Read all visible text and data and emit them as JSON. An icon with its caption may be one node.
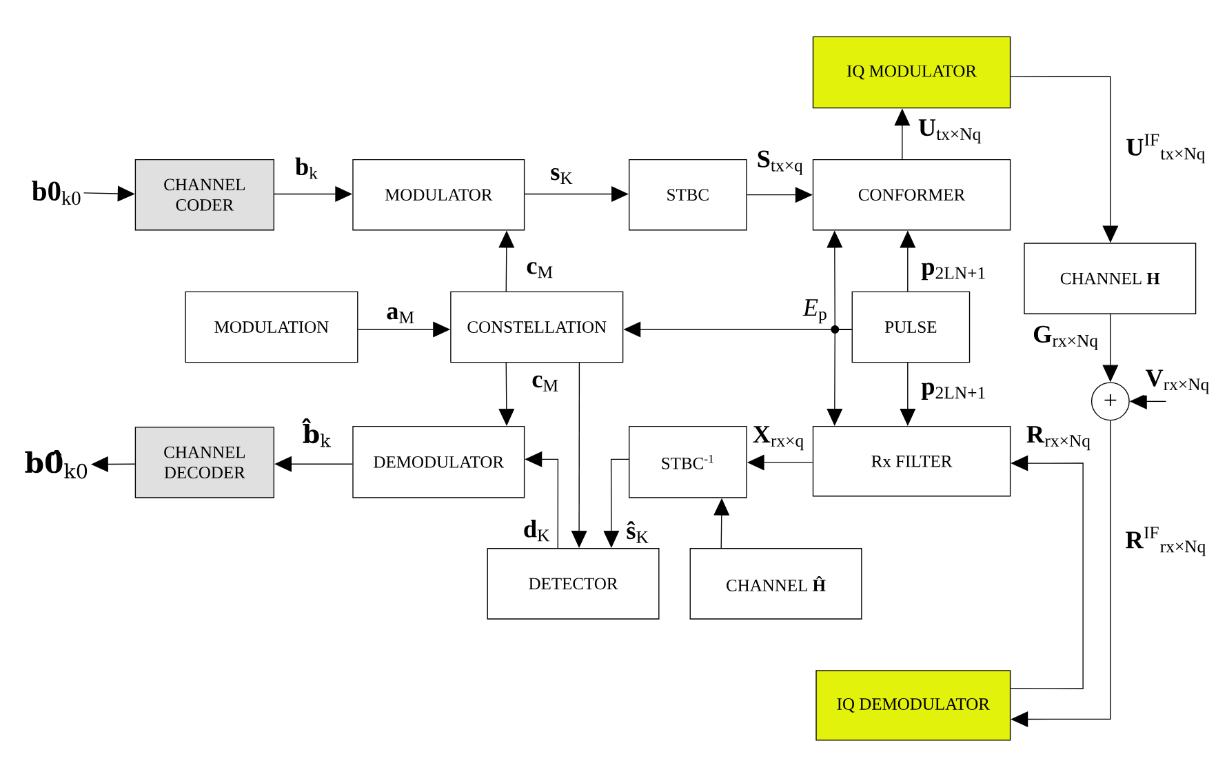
{
  "diagram": {
    "nodes": [
      {
        "text": [
          "**b0**$_{k0}$"
        ]
      },
      {
        "text": [
          "CHANNEL CODER"
        ]
      },
      {
        "text": [
          "MODULATOR"
        ]
      },
      {
        "text": [
          "STBC"
        ]
      },
      {
        "text": [
          "CONFORMER"
        ]
      },
      {
        "text": [
          "IQ MODULATOR"
        ]
      },
      {
        "text": [
          "MODULATION"
        ]
      },
      {
        "text": [
          "CONSTELLATION"
        ]
      },
      {
        "text": [
          "PULSE"
        ]
      },
      {
        "text": [
          "CHANNEL **H**"
        ]
      },
      {
        "text": [
          "+"
        ]
      },
      {
        "text": [
          "**b0̂**$_{k0}$"
        ]
      },
      {
        "text": [
          "CHANNEL DECODER"
        ]
      },
      {
        "text": [
          "DEMODULATOR"
        ]
      },
      {
        "text": [
          "STBC$^{-1}$"
        ]
      },
      {
        "text": [
          "Rx FILTER"
        ]
      },
      {
        "text": [
          "DETECTOR"
        ]
      },
      {
        "text": [
          "CHANNEL **Ĥ**"
        ]
      },
      {
        "text": [
          "IQ DEMODULATOR"
        ]
      }
    ],
    "edges": [
      {
        "from": 0,
        "to": 1,
        "arrow": "to"
      },
      {
        "from": 1,
        "to": 2,
        "arrow": "to",
        "label": "**b**$_{k}$"
      },
      {
        "from": 2,
        "to": 3,
        "arrow": "to",
        "label": "**s**$_{K}$"
      },
      {
        "from": 3,
        "to": 4,
        "arrow": "to",
        "label": "**S**$_{tx×q}$"
      },
      {
        "from": 4,
        "to": 5,
        "arrow": "to",
        "label": "**U**$_{tx×Nq}$"
      },
      {
        "from": 5,
        "to": 9,
        "arrow": "to",
        "label": "**U**$^{IF}$$_{tx×Nq}$"
      },
      {
        "from": 7,
        "to": 2,
        "arrow": "to",
        "label": "**c**$_{M}$"
      },
      {
        "from": 6,
        "to": 7,
        "arrow": "to",
        "label": "**a**$_{M}$"
      },
      {
        "from": 8,
        "to": 7,
        "arrow": "to",
        "label": "*E*$_{p}$"
      },
      {
        "from": 8,
        "to": 4,
        "arrow": "to"
      },
      {
        "from": 8,
        "to": 15,
        "arrow": "to"
      },
      {
        "from": 8,
        "to": 4,
        "arrow": "to",
        "label": "**p**$_{2LN+1}$"
      },
      {
        "from": 8,
        "to": 15,
        "arrow": "to",
        "label": "**p**$_{2LN+1}$"
      },
      {
        "from": 9,
        "to": 10,
        "arrow": "to",
        "label": "**G**$_{rx×Nq}$"
      },
      {
        "from": null,
        "to": 10,
        "arrow": "to",
        "label": "**V**$_{rx×Nq}$"
      },
      {
        "from": 10,
        "to": 18,
        "arrow": "to",
        "label": "**R**$^{IF}$$_{rx×Nq}$"
      },
      {
        "from": 18,
        "to": 15,
        "arrow": "to",
        "label": "**R**$_{rx×Nq}$"
      },
      {
        "from": 15,
        "to": 14,
        "arrow": "to",
        "label": "**X**$_{rx×q}$"
      },
      {
        "from": 17,
        "to": 14,
        "arrow": "to"
      },
      {
        "from": 14,
        "to": 16,
        "arrow": "to",
        "label": "**ŝ**$_{K}$"
      },
      {
        "from": 7,
        "to": 16,
        "arrow": "to"
      },
      {
        "from": 7,
        "to": 13,
        "arrow": "to",
        "label": "**c**$_{M}$"
      },
      {
        "from": 16,
        "to": 13,
        "arrow": "to",
        "label": "**d**$_{K}$"
      },
      {
        "from": 13,
        "to": 12,
        "arrow": "to",
        "label": "**b̂**$_{k}$"
      },
      {
        "from": 12,
        "to": 11,
        "arrow": "to"
      }
    ]
  }
}
